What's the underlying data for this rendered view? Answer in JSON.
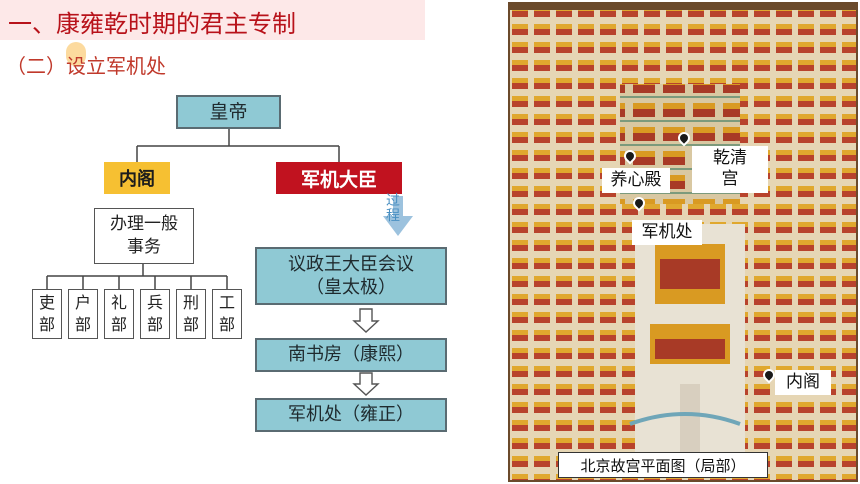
{
  "header": {
    "title": "一、康雍乾时期的君主专制",
    "subtitle": "（二）设立军机处"
  },
  "diagram": {
    "emperor": "皇帝",
    "neige": "内阁",
    "junji_dachen": "军机大臣",
    "banli": [
      "办理一般",
      "事务"
    ],
    "departments": [
      [
        "吏",
        "部"
      ],
      [
        "户",
        "部"
      ],
      [
        "礼",
        "部"
      ],
      [
        "兵",
        "部"
      ],
      [
        "刑",
        "部"
      ],
      [
        "工",
        "部"
      ]
    ],
    "process_label": [
      "过",
      "程"
    ],
    "evolution": [
      [
        "议政王大臣会议",
        "（皇太极）"
      ],
      [
        "南书房（康熙）"
      ],
      [
        "军机处（雍正）"
      ]
    ]
  },
  "map": {
    "labels": {
      "qianqing": [
        "乾清",
        "宫"
      ],
      "yangxin": "养心殿",
      "junjichu": "军机处",
      "neige": "内阁"
    },
    "caption": "北京故宫平面图（局部）"
  },
  "colors": {
    "title_red": "#b8121a",
    "teal": "#8fc9d4",
    "neige_yellow": "#f6c032",
    "junji_red": "#c1121f",
    "arrow_blue": "#4a90c2"
  }
}
